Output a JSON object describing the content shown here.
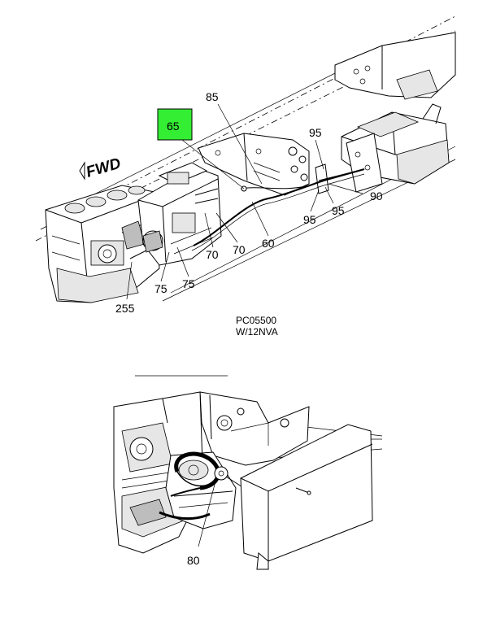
{
  "diagram": {
    "forward_label": "FWD",
    "ref_code": "PC05500",
    "variant": "W/12NVA",
    "highlight_color": "#33ee33",
    "callouts": [
      {
        "id": "c65",
        "text": "65",
        "highlighted": true
      },
      {
        "id": "c85",
        "text": "85"
      },
      {
        "id": "c95a",
        "text": "95"
      },
      {
        "id": "c90",
        "text": "90"
      },
      {
        "id": "c95b",
        "text": "95"
      },
      {
        "id": "c95c",
        "text": "95"
      },
      {
        "id": "c60",
        "text": "60"
      },
      {
        "id": "c70a",
        "text": "70"
      },
      {
        "id": "c70b",
        "text": "70"
      },
      {
        "id": "c75a",
        "text": "75"
      },
      {
        "id": "c75b",
        "text": "75"
      },
      {
        "id": "c255",
        "text": "255"
      },
      {
        "id": "c80",
        "text": "80"
      }
    ]
  }
}
